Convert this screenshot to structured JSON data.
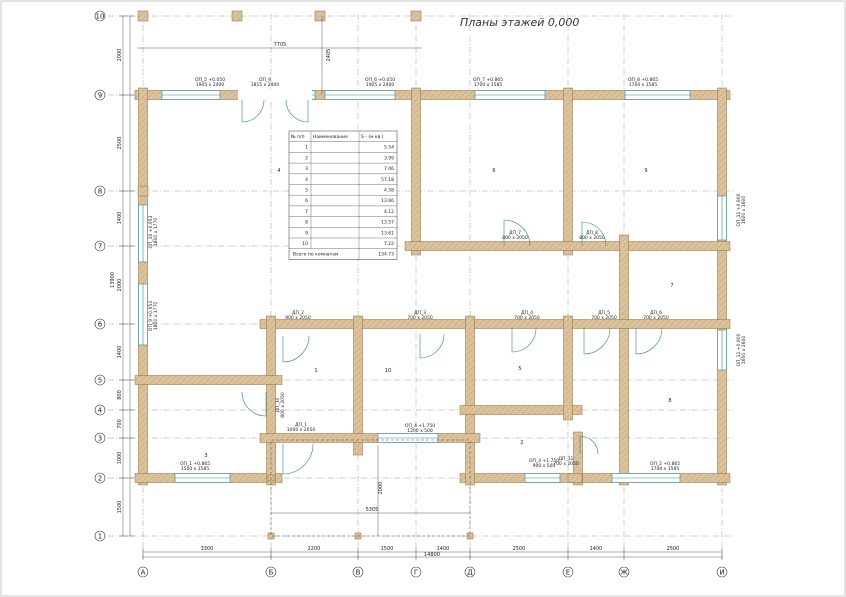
{
  "title": "Планы этажей 0,000",
  "axes_rows": [
    "10",
    "9",
    "8",
    "7",
    "6",
    "5",
    "4",
    "3",
    "2",
    "1"
  ],
  "axes_cols": [
    "А",
    "Б",
    "В",
    "Г",
    "Д",
    "Е",
    "Ж",
    "И"
  ],
  "dims_bottom": [
    "3300",
    "2200",
    "1500",
    "1400",
    "2500",
    "1400",
    "2500"
  ],
  "dim_total": "14800",
  "dims_left": [
    "2000",
    "2500",
    "1400",
    "2000",
    "1400",
    "800",
    "700",
    "1000",
    "1500"
  ],
  "dim_total_left": "13900",
  "dims_top": [
    "7705"
  ],
  "dims_porch": [
    "5305",
    "2000",
    "2405"
  ],
  "rooms": [
    "4",
    "6",
    "9",
    "7",
    "1",
    "10",
    "5",
    "8",
    "3",
    "2"
  ],
  "windows": [
    {
      "tag": "ОП_5",
      "size": "1905 x 2400",
      "mark": "+0.050"
    },
    {
      "tag": "ОП_9",
      "size": "1815 x 2400",
      "mark": ""
    },
    {
      "tag": "ОП_6",
      "size": "1905 x 2400",
      "mark": "+0.050"
    },
    {
      "tag": "ОП_7",
      "size": "1700 x 1585",
      "mark": "+0.865"
    },
    {
      "tag": "ОП_8",
      "size": "1700 x 1585",
      "mark": "+0.865"
    },
    {
      "tag": "ОП_10",
      "size": "1800 x 1770",
      "mark": "+0.953"
    },
    {
      "tag": "ОП_9",
      "size": "1800 x 1770",
      "mark": "+0.953"
    },
    {
      "tag": "ОП_11",
      "size": "1600 x 1600",
      "mark": "+0.900"
    },
    {
      "tag": "ОП_11",
      "size": "1600 x 1600",
      "mark": "+0.900"
    },
    {
      "tag": "ОП_1",
      "size": "1500 x 1585",
      "mark": "+0.865"
    },
    {
      "tag": "ОП_4",
      "size": "1200 x 500",
      "mark": "+1.750"
    },
    {
      "tag": "ОП_3",
      "size": "900 x 500",
      "mark": "+1.750"
    },
    {
      "tag": "ОП_2",
      "size": "1700 x 1585",
      "mark": "+0.865"
    }
  ],
  "doors": [
    {
      "tag": "ДП_7",
      "size": "800 x 2050"
    },
    {
      "tag": "ДП_8",
      "size": "800 x 2050"
    },
    {
      "tag": "ДП_2",
      "size": "900 x 2050"
    },
    {
      "tag": "ДП_3",
      "size": "700 x 2050"
    },
    {
      "tag": "ДП_4",
      "size": "700 x 2050"
    },
    {
      "tag": "ДП_5",
      "size": "700 x 2050"
    },
    {
      "tag": "ДП_6",
      "size": "700 x 2050"
    },
    {
      "tag": "ДП_10",
      "size": "800 x 2050"
    },
    {
      "tag": "ДП_1",
      "size": "1000 x 2050"
    },
    {
      "tag": "ДП_11",
      "size": "700 x 2050"
    }
  ],
  "table": {
    "headers": [
      "№ п/п",
      "Наименование",
      "S - (м кв.)"
    ],
    "rows": [
      [
        "1",
        "",
        "5.54"
      ],
      [
        "2",
        "",
        "3.99"
      ],
      [
        "3",
        "",
        "7.06"
      ],
      [
        "4",
        "",
        "57.18"
      ],
      [
        "5",
        "",
        "4.58"
      ],
      [
        "6",
        "",
        "13.66"
      ],
      [
        "7",
        "",
        "4.12"
      ],
      [
        "8",
        "",
        "13.57"
      ],
      [
        "9",
        "",
        "13.61"
      ],
      [
        "10",
        "",
        "7.22"
      ]
    ],
    "total_label": "Всего по комнатам",
    "total_value": "134.73"
  }
}
